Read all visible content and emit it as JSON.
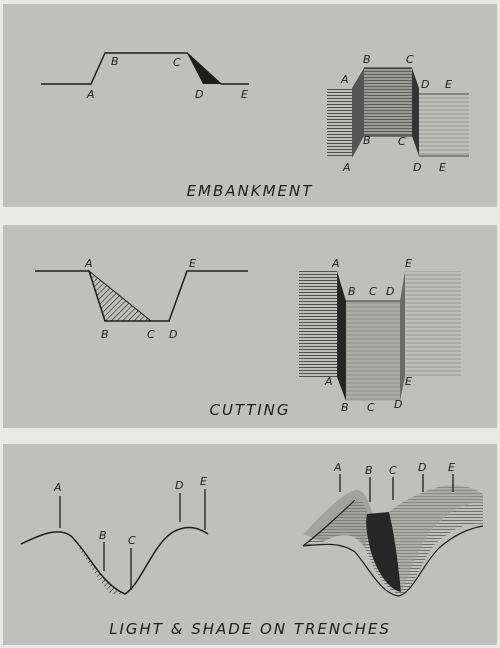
{
  "panels": [
    {
      "caption": "EMBANKMENT",
      "profile_labels": [
        "A",
        "B",
        "C",
        "D",
        "E"
      ],
      "sketch_labels_top": [
        "A",
        "B",
        "C",
        "D",
        "E"
      ],
      "sketch_labels_bottom": [
        "A",
        "B",
        "C",
        "D",
        "E"
      ]
    },
    {
      "caption": "CUTTING",
      "profile_labels": [
        "A",
        "B",
        "C",
        "D",
        "E"
      ],
      "sketch_labels_top": [
        "A",
        "B",
        "C",
        "D",
        "E"
      ],
      "sketch_labels_bottom": [
        "A",
        "B",
        "C",
        "D",
        "E"
      ]
    },
    {
      "caption": "LIGHT & SHADE ON TRENCHES",
      "profile_labels": [
        "A",
        "B",
        "C",
        "D",
        "E"
      ],
      "sketch_labels": [
        "A",
        "B",
        "C",
        "D",
        "E"
      ]
    }
  ]
}
